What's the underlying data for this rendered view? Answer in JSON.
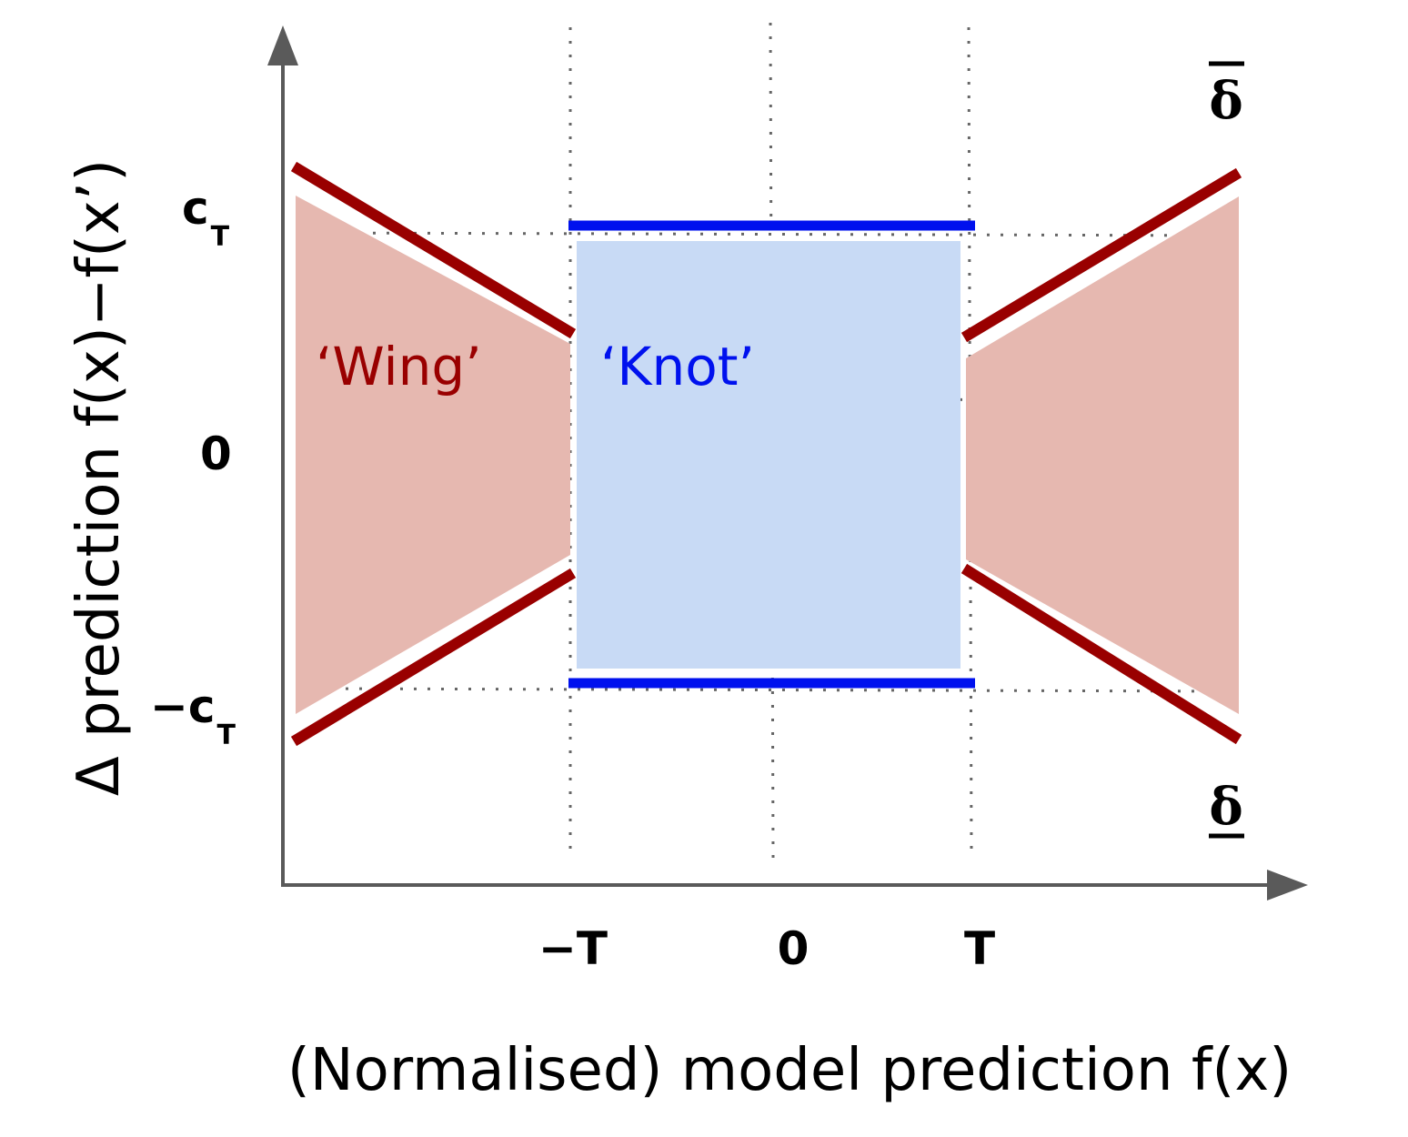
{
  "x_axis_label": "(Normalised) model prediction f(x)",
  "y_axis_label": "Δ prediction f(x)−f(x’)",
  "x_ticks": [
    "−T",
    "0",
    "T"
  ],
  "y_ticks": {
    "c": "c",
    "t": "T",
    "zero": "0",
    "neg_c": "−c"
  },
  "regions": {
    "wing": "‘Wing’",
    "knot": "‘Knot’"
  },
  "bounds": {
    "upper": "δ",
    "lower": "δ"
  },
  "colors": {
    "wing_line": "#990000",
    "wing_fill": "#e6b8b0",
    "knot_line": "#0011ee",
    "knot_fill": "#c8daf5",
    "axis": "#5a5a5a",
    "grid": "#666666"
  }
}
